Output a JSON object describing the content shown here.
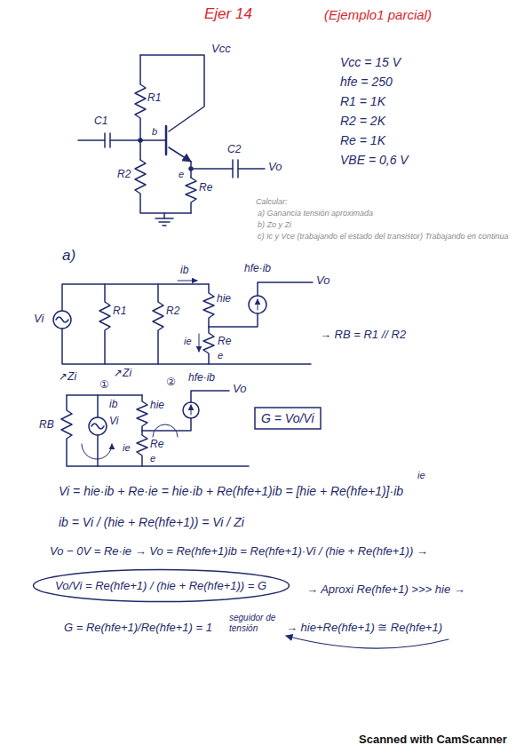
{
  "diagram": {
    "nodes": [
      {
        "text": [
          "G = Vo/Vi"
        ]
      },
      {
        "text": [
          "Vo/Vi = Re(hfe+1) / (hie + Re(hfe+1)) = G"
        ]
      }
    ],
    "labels": [
      "Ejer 14",
      "(Ejemplo1 parcial)",
      "Vcc",
      "R1",
      "C1",
      "b",
      "C2",
      "e",
      "Vo",
      "R2",
      "Re",
      "Vcc = 15 V",
      "hfe = 250",
      "R1 = 1K",
      "R2 = 2K",
      "Re = 1K",
      "VBE = 0,6 V",
      "Calcular:",
      "a) Ganancia tensión aproximada",
      "b) Zo y Zi",
      "c) Ic y Vce (trabajando el estado del transistor) Trabajando en continua",
      "a)",
      "Vi",
      "R1",
      "R2",
      "ib",
      "hie",
      "hfe·ib",
      "Vo",
      "ie",
      "Re",
      "e",
      "→ RB = R1 // R2",
      "↗Zi",
      "①",
      "↗Zi",
      "RB",
      "ib",
      "②",
      "hie",
      "hfe·ib",
      "Vo",
      "Vi",
      "ie",
      "Re",
      "e",
      "ie",
      "Vi = hie·ib + Re·ie = hie·ib + Re(hfe+1)ib = [hie + Re(hfe+1)]·ib",
      "ib = Vi / (hie + Re(hfe+1)) = Vi / Zi",
      "Vo − 0V = Re·ie → Vo = Re(hfe+1)ib = Re(hfe+1)·Vi / (hie + Re(hfe+1)) →",
      "→ Aproxi Re(hfe+1) >>> hie →",
      "G = Re(hfe+1)/Re(hfe+1) = 1",
      "seguidor de tensión",
      "→ hie+Re(hfe+1) ≅ Re(hfe+1)",
      "Scanned with CamScanner"
    ]
  }
}
